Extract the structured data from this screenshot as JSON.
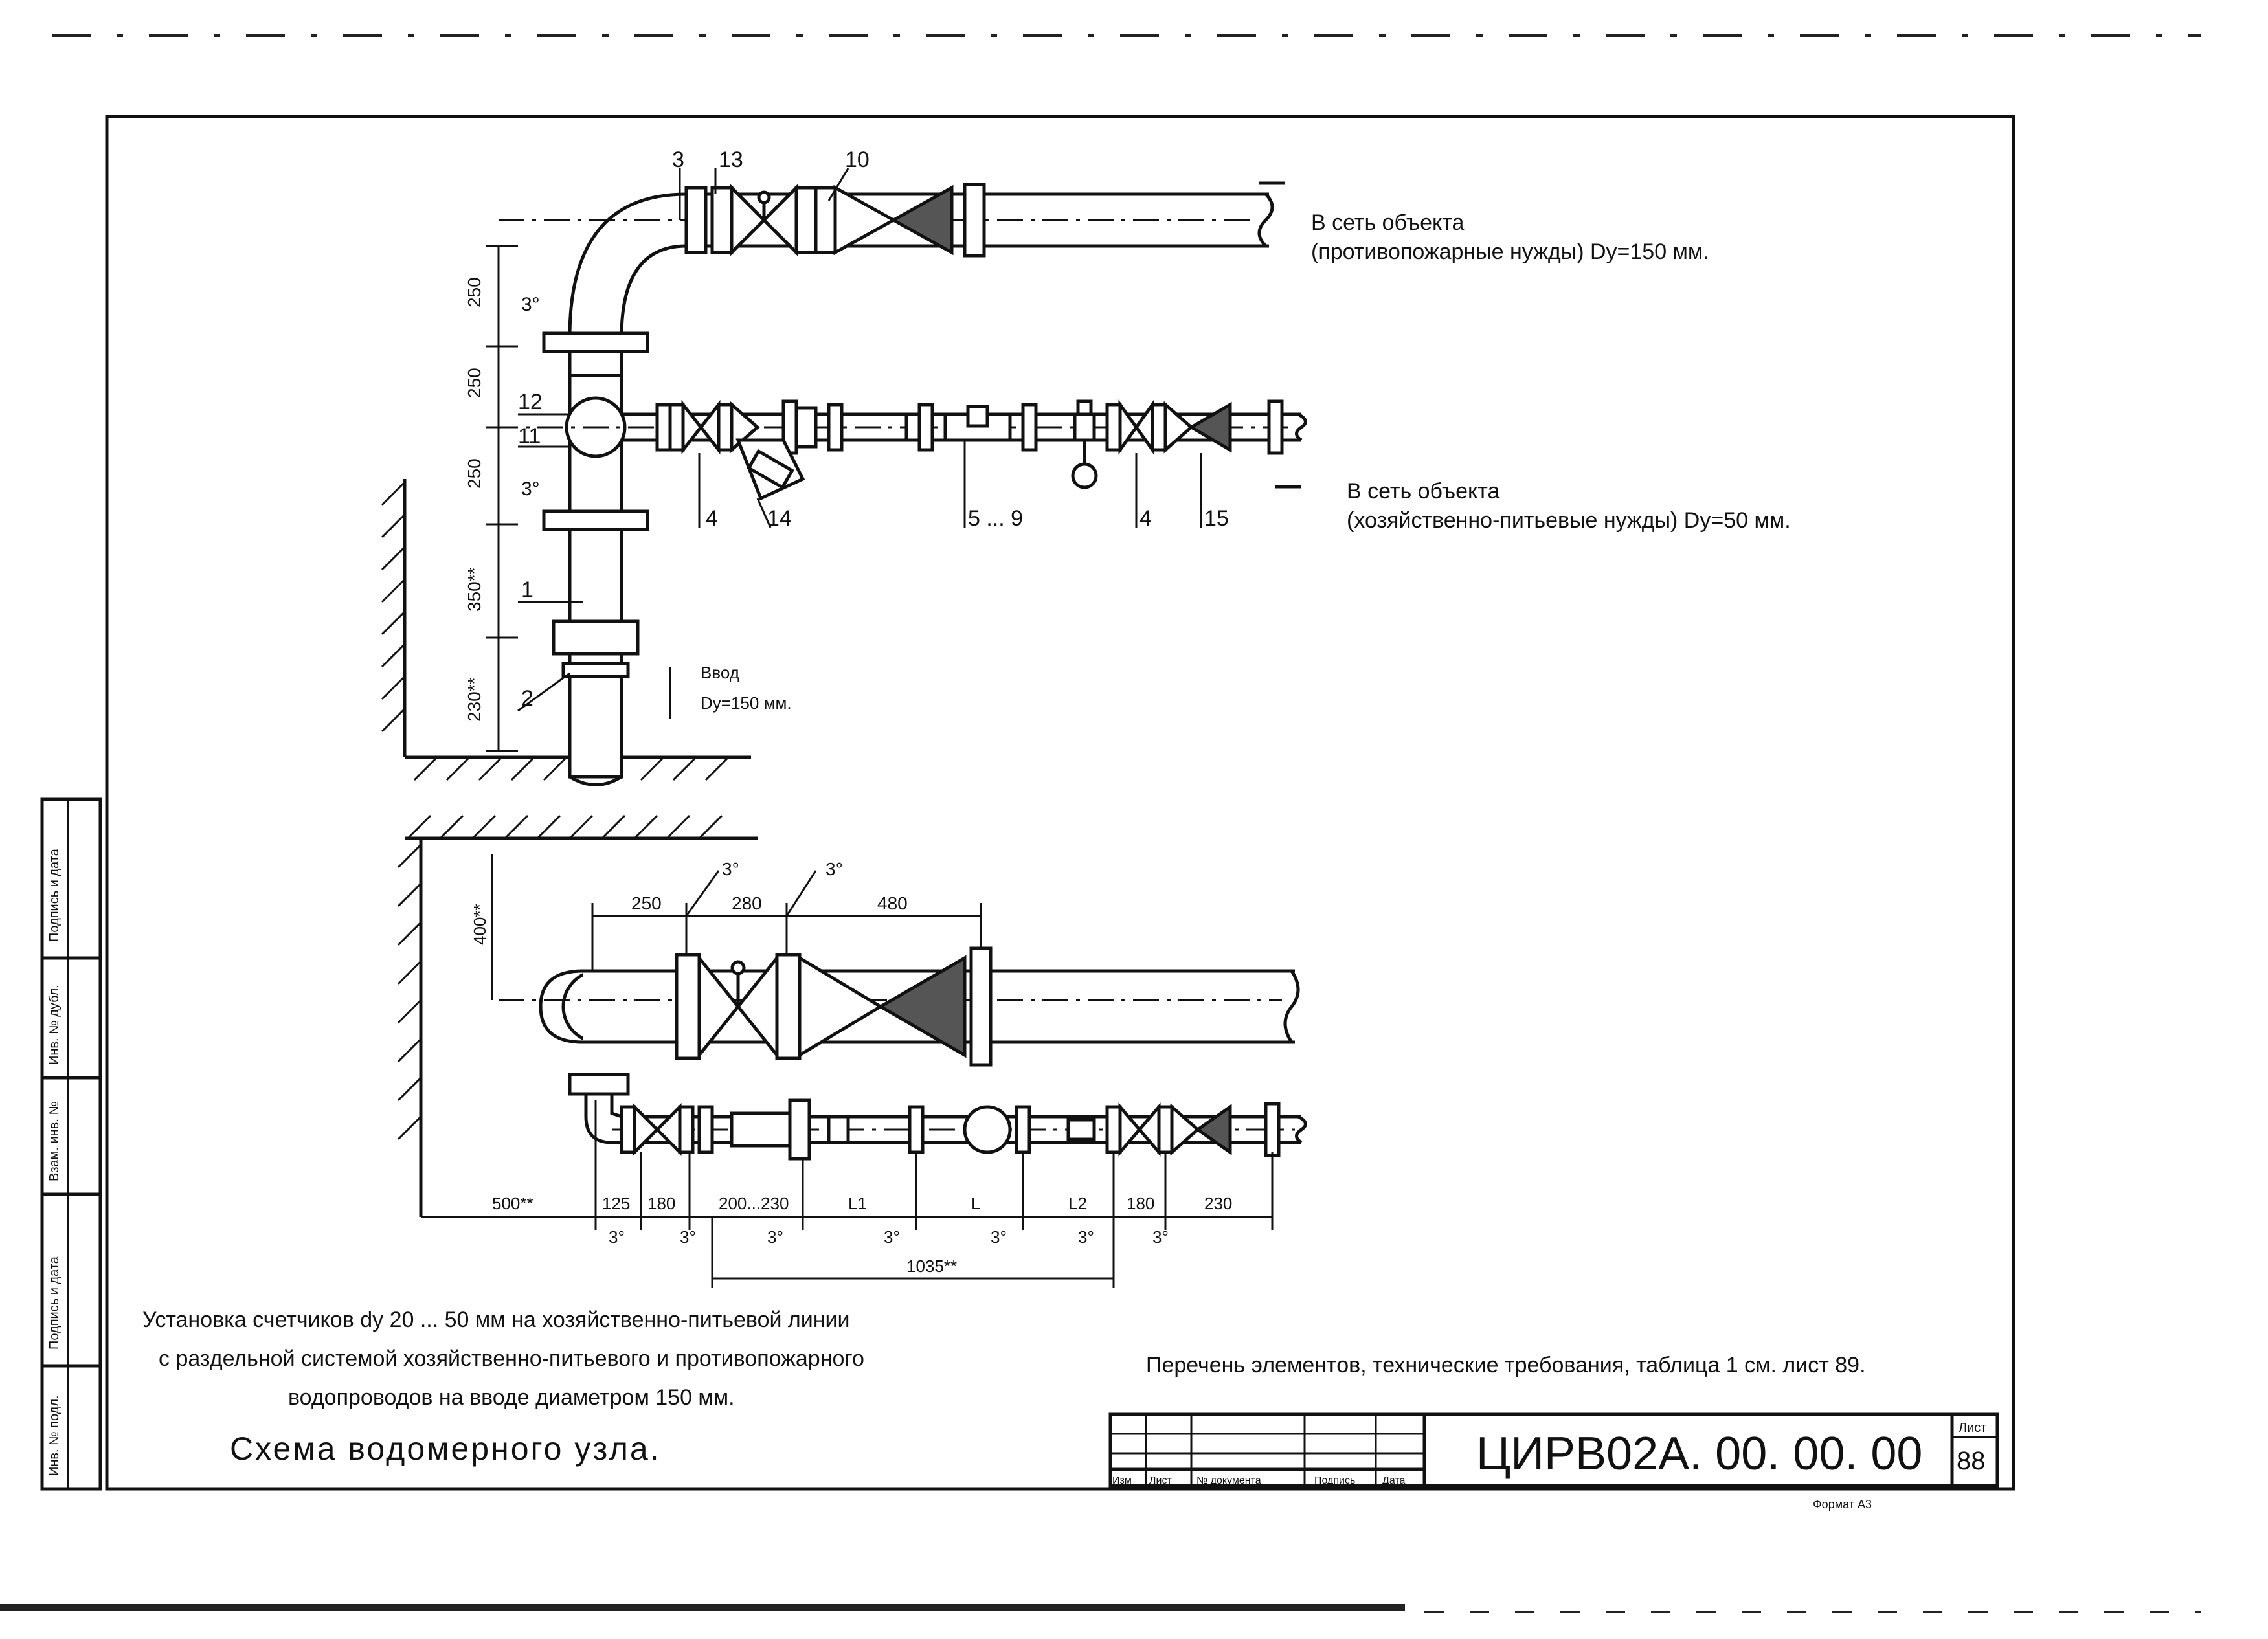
{
  "header_marks": "",
  "top_diagram": {
    "callouts": [
      "3",
      "13",
      "10",
      "12",
      "11",
      "4",
      "14",
      "5 ... 9",
      "4",
      "15",
      "1",
      "2"
    ],
    "dims": [
      "250",
      "250",
      "250",
      "350**",
      "230**"
    ],
    "angles": [
      "3°",
      "3°"
    ],
    "outlet_fire": {
      "line1": "В сеть объекта",
      "line2": "(противопожарные нужды) Dy=150 мм."
    },
    "outlet_domestic": {
      "line1": "В сеть объекта",
      "line2": "(хозяйственно-питьевые нужды) Dy=50 мм."
    },
    "inlet": {
      "line1": "Ввод",
      "line2": "Dy=150 мм."
    }
  },
  "bottom_diagram": {
    "top_dims": [
      "250",
      "280",
      "480"
    ],
    "angles_top": [
      "3°",
      "3°"
    ],
    "side_dim": "400**",
    "bottom_dims": [
      "500**",
      "125",
      "180",
      "200...230",
      "L1",
      "L",
      "L2",
      "180",
      "230"
    ],
    "angles_bottom": [
      "3°",
      "3°",
      "3°",
      "3°",
      "3°",
      "3°",
      "3°"
    ],
    "total_dim": "1035**"
  },
  "caption": {
    "line1": "Установка счетчиков dy 20 ... 50 мм на хозяйственно-питьевой линии",
    "line2": "с раздельной системой хозяйственно-питьевого и противопожарного",
    "line3": "водопроводов на вводе диаметром 150 мм."
  },
  "title": "Схема водомерного узла.",
  "reference": "Перечень элементов, технические требования, таблица 1 см. лист 89.",
  "title_block": {
    "code": "ЦИРВ02А. 00. 00. 00",
    "sheet_label": "Лист",
    "sheet_number": "88",
    "columns": [
      "Изм",
      "Лист",
      "№ документа",
      "Подпись",
      "Дата"
    ],
    "format": "Формат А3"
  },
  "side_stamp": [
    "Подпись и дата",
    "Инв. № дубл.",
    "Взам. инв. №",
    "Подпись и дата",
    "Инв. № подл."
  ]
}
